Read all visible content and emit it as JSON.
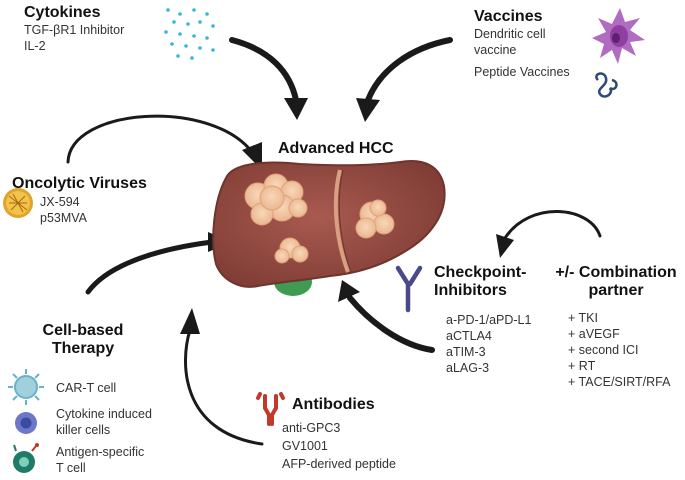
{
  "title": "Advanced HCC",
  "cytokines": {
    "heading": "Cytokines",
    "items": [
      "TGF-βR1 Inhibitor",
      "IL-2"
    ]
  },
  "vaccines": {
    "heading": "Vaccines",
    "items": [
      "Dendritic cell",
      "vaccine",
      "Peptide Vaccines"
    ]
  },
  "oncolytic": {
    "heading": "Oncolytic Viruses",
    "items": [
      "JX-594",
      "p53MVA"
    ]
  },
  "cellbased": {
    "heading_line1": "Cell-based",
    "heading_line2": "Therapy",
    "items": [
      "CAR-T cell",
      "Cytokine induced",
      "killer cells",
      "Antigen-specific",
      "T cell"
    ]
  },
  "checkpoint": {
    "heading_line1": "Checkpoint-",
    "heading_line2": "Inhibitors",
    "items": [
      "a-PD-1/aPD-L1",
      "aCTLA4",
      "aTIM-3",
      "aLAG-3"
    ]
  },
  "combination": {
    "heading_line1": "+/- Combination",
    "heading_line2": "partner",
    "items": [
      "+ TKI",
      "+ aVEGF",
      "+ second ICI",
      "+ RT",
      "+ TACE/SIRT/RFA"
    ]
  },
  "antibodies": {
    "heading": "Antibodies",
    "items": [
      "anti-GPC3",
      "GV1001",
      "AFP-derived peptide"
    ]
  },
  "colors": {
    "liver": "#9a5047",
    "liver_dark": "#6e342e",
    "tumor": "#f2c4a0",
    "gallbladder": "#3f9a52",
    "arrow": "#1a1a1a",
    "cytokine_dots": "#38b8cf",
    "dendritic": "#8e3fa0",
    "peptide": "#2c4a7a",
    "virus": "#e0a429",
    "cart": "#6ab2c8",
    "nk": "#4a5aa8",
    "tcell": "#1f7a6a",
    "antibody_red": "#c0392b",
    "checkpoint_purple": "#4a4a8a"
  },
  "icons": [
    "cytokine-dots-icon",
    "dendritic-cell-icon",
    "peptide-icon",
    "virus-icon",
    "car-t-cell-icon",
    "nk-cell-icon",
    "t-cell-icon",
    "antibody-icon",
    "checkpoint-receptor-icon"
  ]
}
